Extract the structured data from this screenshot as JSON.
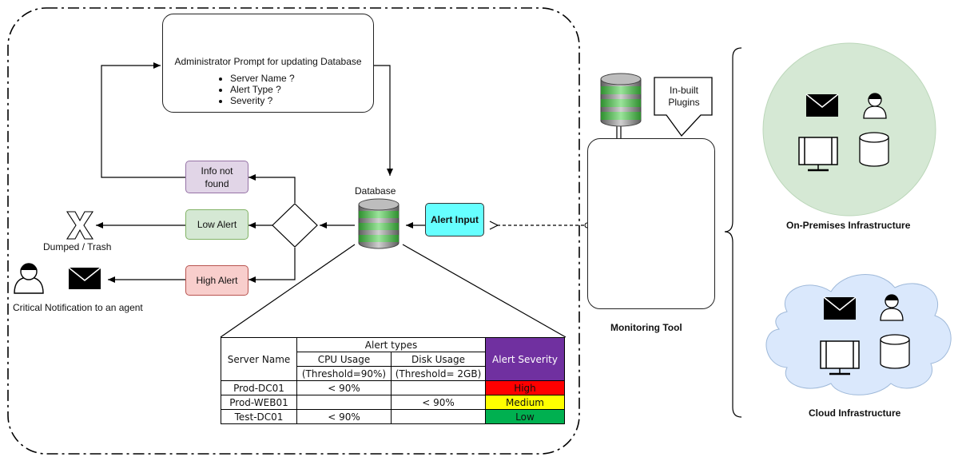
{
  "admin": {
    "title": "Administrator Prompt for updating Database",
    "items": [
      "Server Name ?",
      "Alert Type ?",
      "Severity ?"
    ]
  },
  "labels": {
    "database": "Database",
    "info_not_found": "Info not found",
    "low_alert": "Low Alert",
    "high_alert": "High Alert",
    "alert_input": "Alert Input",
    "dumped": "Dumped / Trash",
    "critical": "Critical Notification to an agent",
    "plugins": "In-built Plugins",
    "monitoring_tool": "Monitoring Tool",
    "onprem": "On-Premises Infrastructure",
    "cloud": "Cloud Infrastructure"
  },
  "table": {
    "col_server": "Server Name",
    "group_alert_types": "Alert types",
    "col_cpu": "CPU Usage",
    "col_cpu_th": "(Threshold=90%)",
    "col_disk": "Disk Usage",
    "col_disk_th": "(Threshold= 2GB)",
    "col_severity": "Alert Severity",
    "rows": [
      {
        "server": "Prod-DC01",
        "cpu": "< 90%",
        "disk": "",
        "severity": "High"
      },
      {
        "server": "Prod-WEB01",
        "cpu": "",
        "disk": "< 90%",
        "severity": "Medium"
      },
      {
        "server": "Test-DC01",
        "cpu": "< 90%",
        "disk": "",
        "severity": "Low"
      }
    ]
  },
  "colors": {
    "info_fill": "#e1d5e7",
    "info_stroke": "#9673a6",
    "low_fill": "#d5e8d4",
    "low_stroke": "#82b366",
    "high_fill": "#f8cecc",
    "high_stroke": "#b85450",
    "alert_input_fill": "#66ffff",
    "severity_header": "#7030a0",
    "high": "#ff0000",
    "medium": "#ffff00",
    "low": "#00b050",
    "onprem_fill": "#d5e8d4",
    "cloud_fill": "#dae8fc"
  }
}
